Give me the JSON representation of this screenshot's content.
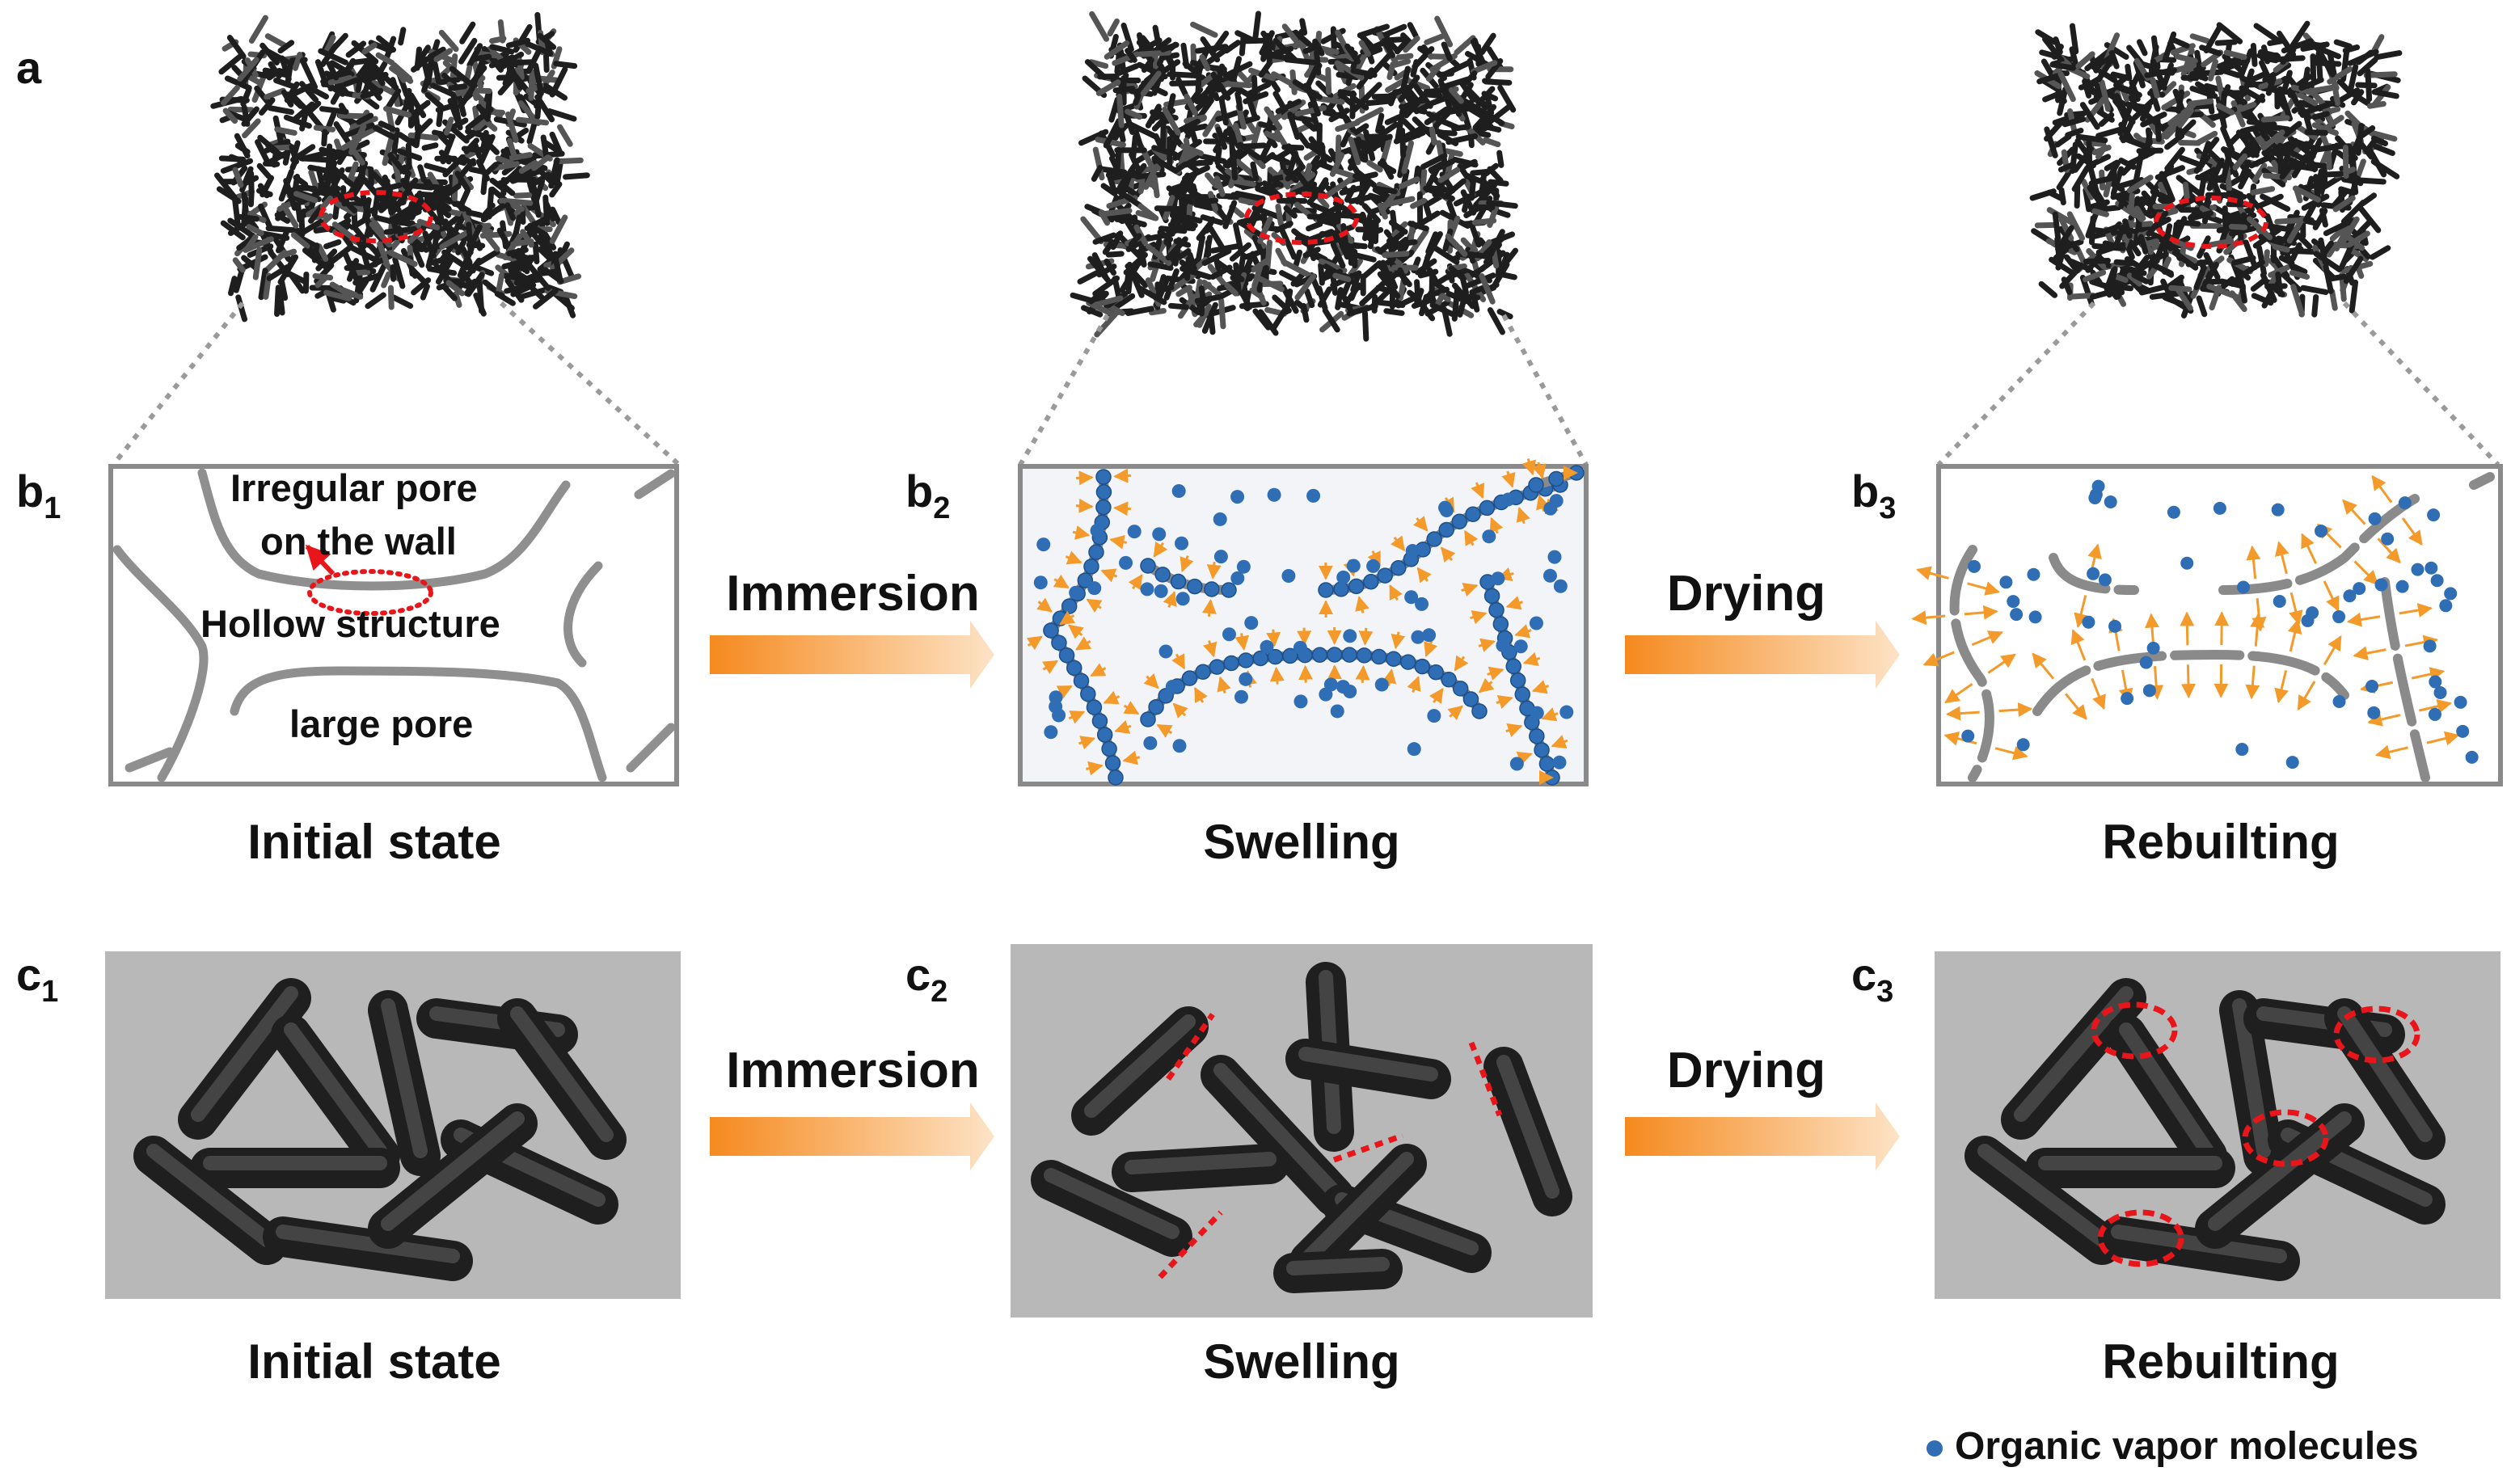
{
  "panel_labels": {
    "a": "a",
    "b1": {
      "letter": "b",
      "sub": "1"
    },
    "b2": {
      "letter": "b",
      "sub": "2"
    },
    "b3": {
      "letter": "b",
      "sub": "3"
    },
    "c1": {
      "letter": "c",
      "sub": "1"
    },
    "c2": {
      "letter": "c",
      "sub": "2"
    },
    "c3": {
      "letter": "c",
      "sub": "3"
    }
  },
  "b1_labels": {
    "irregular_pore_line1": "Irregular pore",
    "irregular_pore_line2": "on the wall",
    "hollow_structure": "Hollow structure",
    "large_pore": "large pore"
  },
  "process_steps": {
    "immersion": "Immersion",
    "drying": "Drying"
  },
  "stage_captions": {
    "initial": "Initial state",
    "swelling": "Swelling",
    "rebuilding": "Rebuilting"
  },
  "legend": {
    "label": "Organic vapor molecules"
  },
  "colors": {
    "molecule": "#2f6db5",
    "force_arrow": "#f39a2a",
    "highlight": "#e8161b",
    "wall": "#8a8a8a",
    "fiber": "#333333",
    "panel_bg": "#b8b8b8",
    "process_arrow": "#f7a24a"
  }
}
